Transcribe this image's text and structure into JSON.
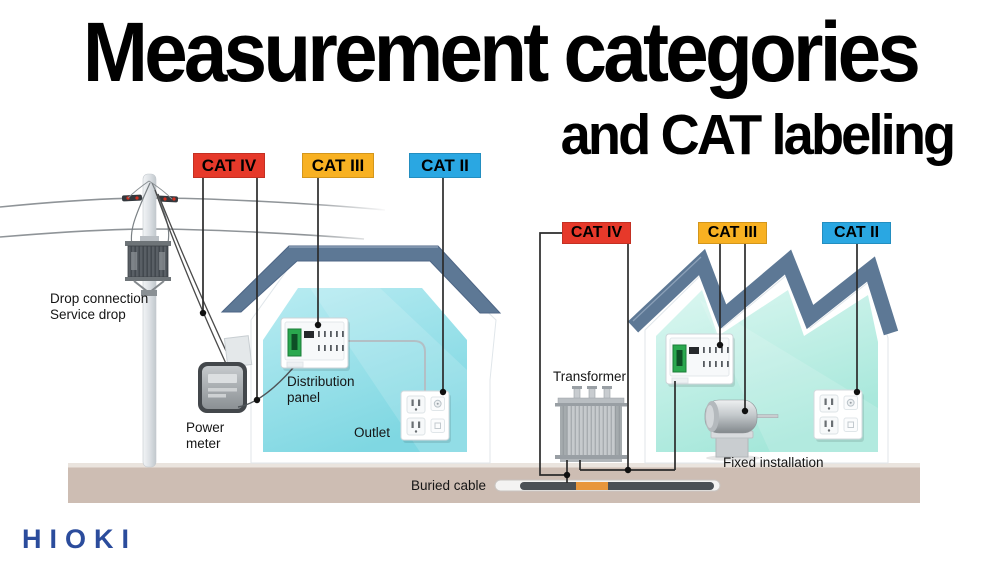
{
  "title": {
    "line1": "Measurement categories",
    "line2": "and CAT labeling"
  },
  "logo": {
    "text": "HIOKI",
    "color": "#2b4c9c"
  },
  "cat_labels": {
    "residential": [
      {
        "text": "CAT IV",
        "color": "#e6392a"
      },
      {
        "text": "CAT III",
        "color": "#f8b122"
      },
      {
        "text": "CAT II",
        "color": "#2aa7e2"
      }
    ],
    "industrial": [
      {
        "text": "CAT IV",
        "color": "#e6392a"
      },
      {
        "text": "CAT III",
        "color": "#f8b122"
      },
      {
        "text": "CAT II",
        "color": "#2aa7e2"
      }
    ]
  },
  "annotations": {
    "drop_connection": [
      "Drop connection",
      "Service drop"
    ],
    "power_meter": [
      "Power",
      "meter"
    ],
    "distribution_panel": [
      "Distribution",
      "panel"
    ],
    "outlet": "Outlet",
    "transformer": "Transformer",
    "buried_cable": "Buried cable",
    "fixed_installation": "Fixed installation"
  },
  "colors": {
    "roof": "#5d7895",
    "house_interior": "#8fdde7",
    "factory_interior": "#bceee4",
    "ground": "#cdbdb3",
    "cable_dark": "#4b5055",
    "cable_orange": "#e8963c",
    "connector_line": "#2b2b2b"
  }
}
